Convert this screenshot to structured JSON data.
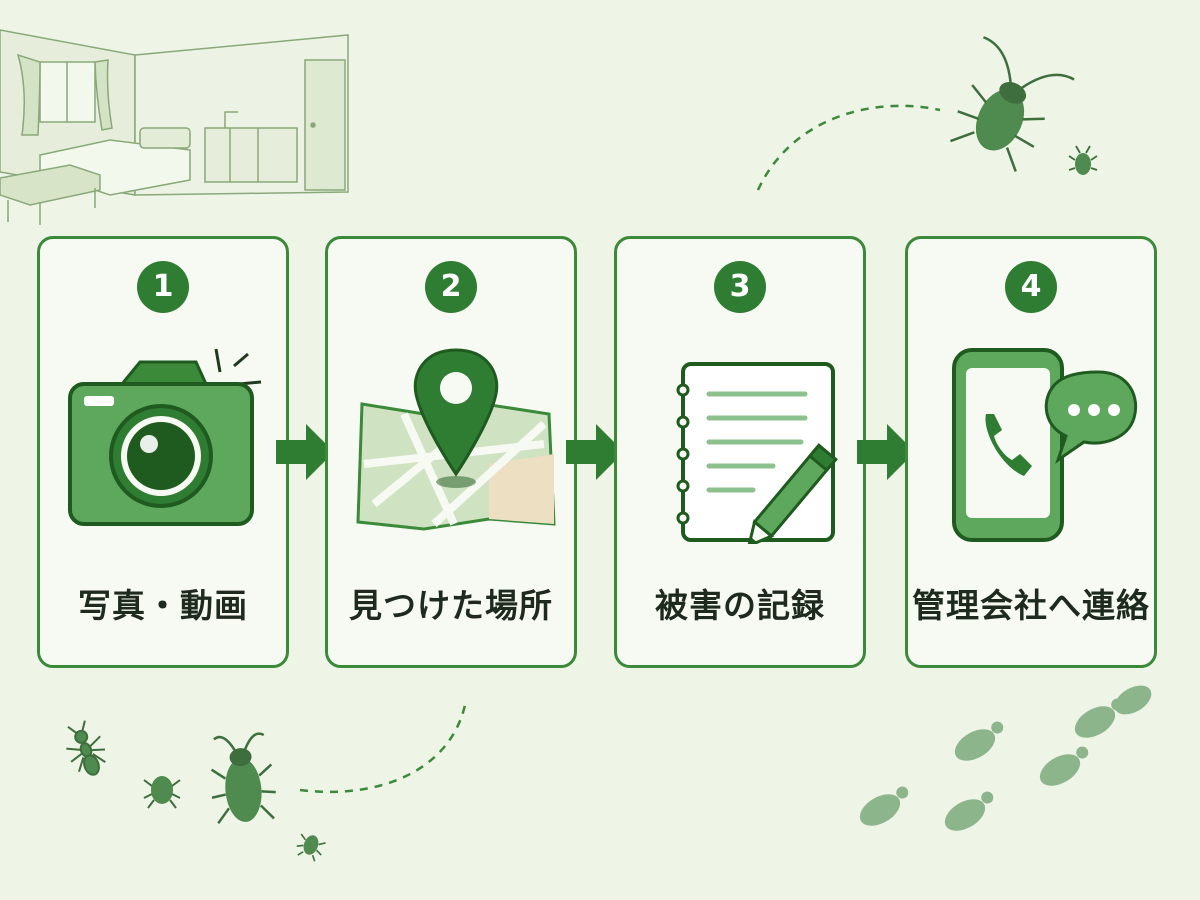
{
  "colors": {
    "background": "#eef4e6",
    "card_fill": "#f7faf3",
    "border": "#3a8a3a",
    "accent": "#2e7d32",
    "light_green": "#5ea85e",
    "text": "#1f2a1f"
  },
  "steps": [
    {
      "number": "1",
      "label": "写真・動画",
      "icon": "camera-icon"
    },
    {
      "number": "2",
      "label": "見つけた場所",
      "icon": "map-pin-icon"
    },
    {
      "number": "3",
      "label": "被害の記録",
      "icon": "notebook-pencil-icon"
    },
    {
      "number": "4",
      "label": "管理会社へ連絡",
      "icon": "phone-chat-icon"
    }
  ],
  "decorations": [
    "room-illustration",
    "cockroach-icon",
    "ant-icon",
    "bug-icon",
    "footprints-icon",
    "dashed-path"
  ]
}
